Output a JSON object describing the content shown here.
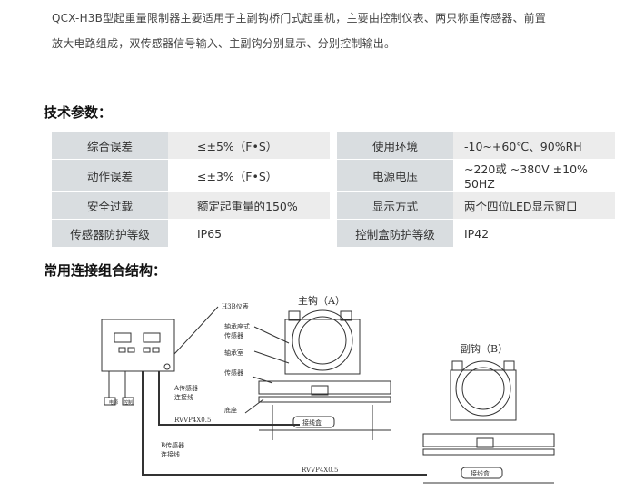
{
  "intro": [
    "QCX-H3B型起重量限制器主要适用于主副钩桥门式起重机，主要由控制仪表、两只称重传感器、前置",
    "放大电路组成，双传感器信号输入、主副钩分别显示、分别控制输出。"
  ],
  "tech_heading": "技术参数：",
  "params": [
    {
      "l1": "综合误差",
      "v1": "≤±5%（F•S）",
      "l2": "使用环境",
      "v2": "-10~+60℃、90%RH"
    },
    {
      "l1": "动作误差",
      "v1": "≤±3%（F•S）",
      "l2": "电源电压",
      "v2": "~220或 ~380V ±10% 50HZ"
    },
    {
      "l1": "安全过载",
      "v1": "额定起重量的150%",
      "l2": "显示方式",
      "v2": "两个四位LED显示窗口"
    },
    {
      "l1": "传感器防护等级",
      "v1": "IP65",
      "l2": "控制盒防护等级",
      "v2": "IP42"
    }
  ],
  "struct_heading": "常用连接组合结构：",
  "diagram": {
    "main_hook": "主钩（A）",
    "sub_hook": "副钩（B）",
    "instrument": "H3B仪表",
    "bearing_sensor": [
      "轴承座式",
      "传感器"
    ],
    "bearing_room": "轴承室",
    "sensor": "传感器",
    "base": "底座",
    "a_cable": [
      "A传感器",
      "连接线"
    ],
    "b_cable": [
      "B传感器",
      "连接线"
    ],
    "cable_spec": "RVVP4X0.5",
    "junction_box": "接线盒",
    "power": "电源",
    "control": "控制"
  }
}
